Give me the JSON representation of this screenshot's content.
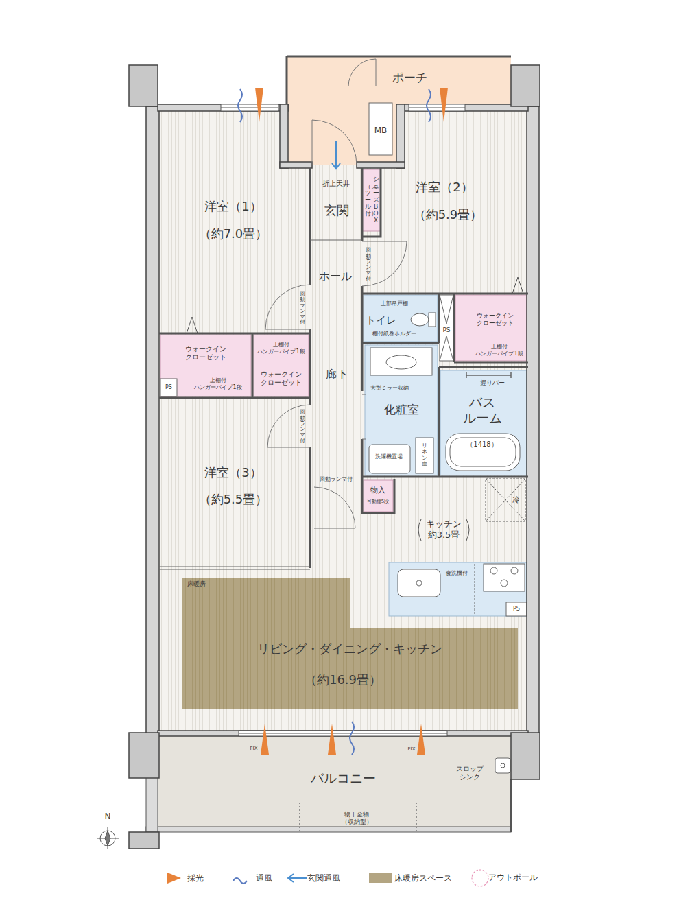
{
  "diagram": {
    "nodes": [
      {
        "text": [
          "ポーチ"
        ]
      },
      {
        "text": [
          "MB"
        ]
      },
      {
        "text": [
          "洋室（1）",
          "（約7.0畳）"
        ]
      },
      {
        "text": [
          "折上天井",
          "玄関"
        ]
      },
      {
        "text": [
          "シューズBOX",
          "（スツール付）"
        ]
      },
      {
        "text": [
          "洋室（2）",
          "（約5.9畳）"
        ]
      },
      {
        "text": [
          "ホール"
        ]
      },
      {
        "text": [
          "上部吊戸棚",
          "トイレ",
          "棚付紙巻ホルダー"
        ]
      },
      {
        "text": [
          "PS"
        ]
      },
      {
        "text": [
          "ウォークイン クローゼット",
          "上棚付 ハンガーパイプ1段"
        ]
      },
      {
        "text": [
          "ウォークイン クローゼット",
          "上棚付 ハンガーパイプ1段"
        ]
      },
      {
        "text": [
          "PS"
        ],
        "in": 10
      },
      {
        "text": [
          "上棚付 ハンガーパイプ1段",
          "ウォークイン クローゼット"
        ]
      },
      {
        "text": [
          "廊下"
        ]
      },
      {
        "text": [
          "大型ミラー収納",
          "化粧室",
          "洗濯機置場"
        ]
      },
      {
        "text": [
          "リネン庫"
        ],
        "in": 14
      },
      {
        "text": [
          "握りバー",
          "バス ルーム",
          "（1418）"
        ]
      },
      {
        "text": [
          "洋室（3）",
          "（約5.5畳）"
        ]
      },
      {
        "text": [
          "物入",
          "可動棚5段"
        ]
      },
      {
        "text": [
          "キッチン 約3.5畳"
        ]
      },
      {
        "text": [
          "冷"
        ]
      },
      {
        "text": [
          "食洗機付"
        ]
      },
      {
        "text": [
          "PS"
        ],
        "in": 21
      },
      {
        "text": [
          "床暖房",
          "リビング・ダイニング・キッチン",
          "（約16.9畳）"
        ]
      },
      {
        "text": [
          "バルコニー"
        ]
      }
    ],
    "labels": [
      "回動ランマ付",
      "回動ランマ付",
      "回動ランマ付",
      "回動ランマ付",
      "FIX",
      "FIX",
      "スロップ シンク",
      "物干金物 （収納型）",
      "N"
    ],
    "legend": [
      {
        "text": "採光"
      },
      {
        "text": "通風"
      },
      {
        "text": "玄関通風"
      },
      {
        "text": "床暖房スペース",
        "color": "#b3a582"
      },
      {
        "text": "アウトポール"
      }
    ]
  }
}
